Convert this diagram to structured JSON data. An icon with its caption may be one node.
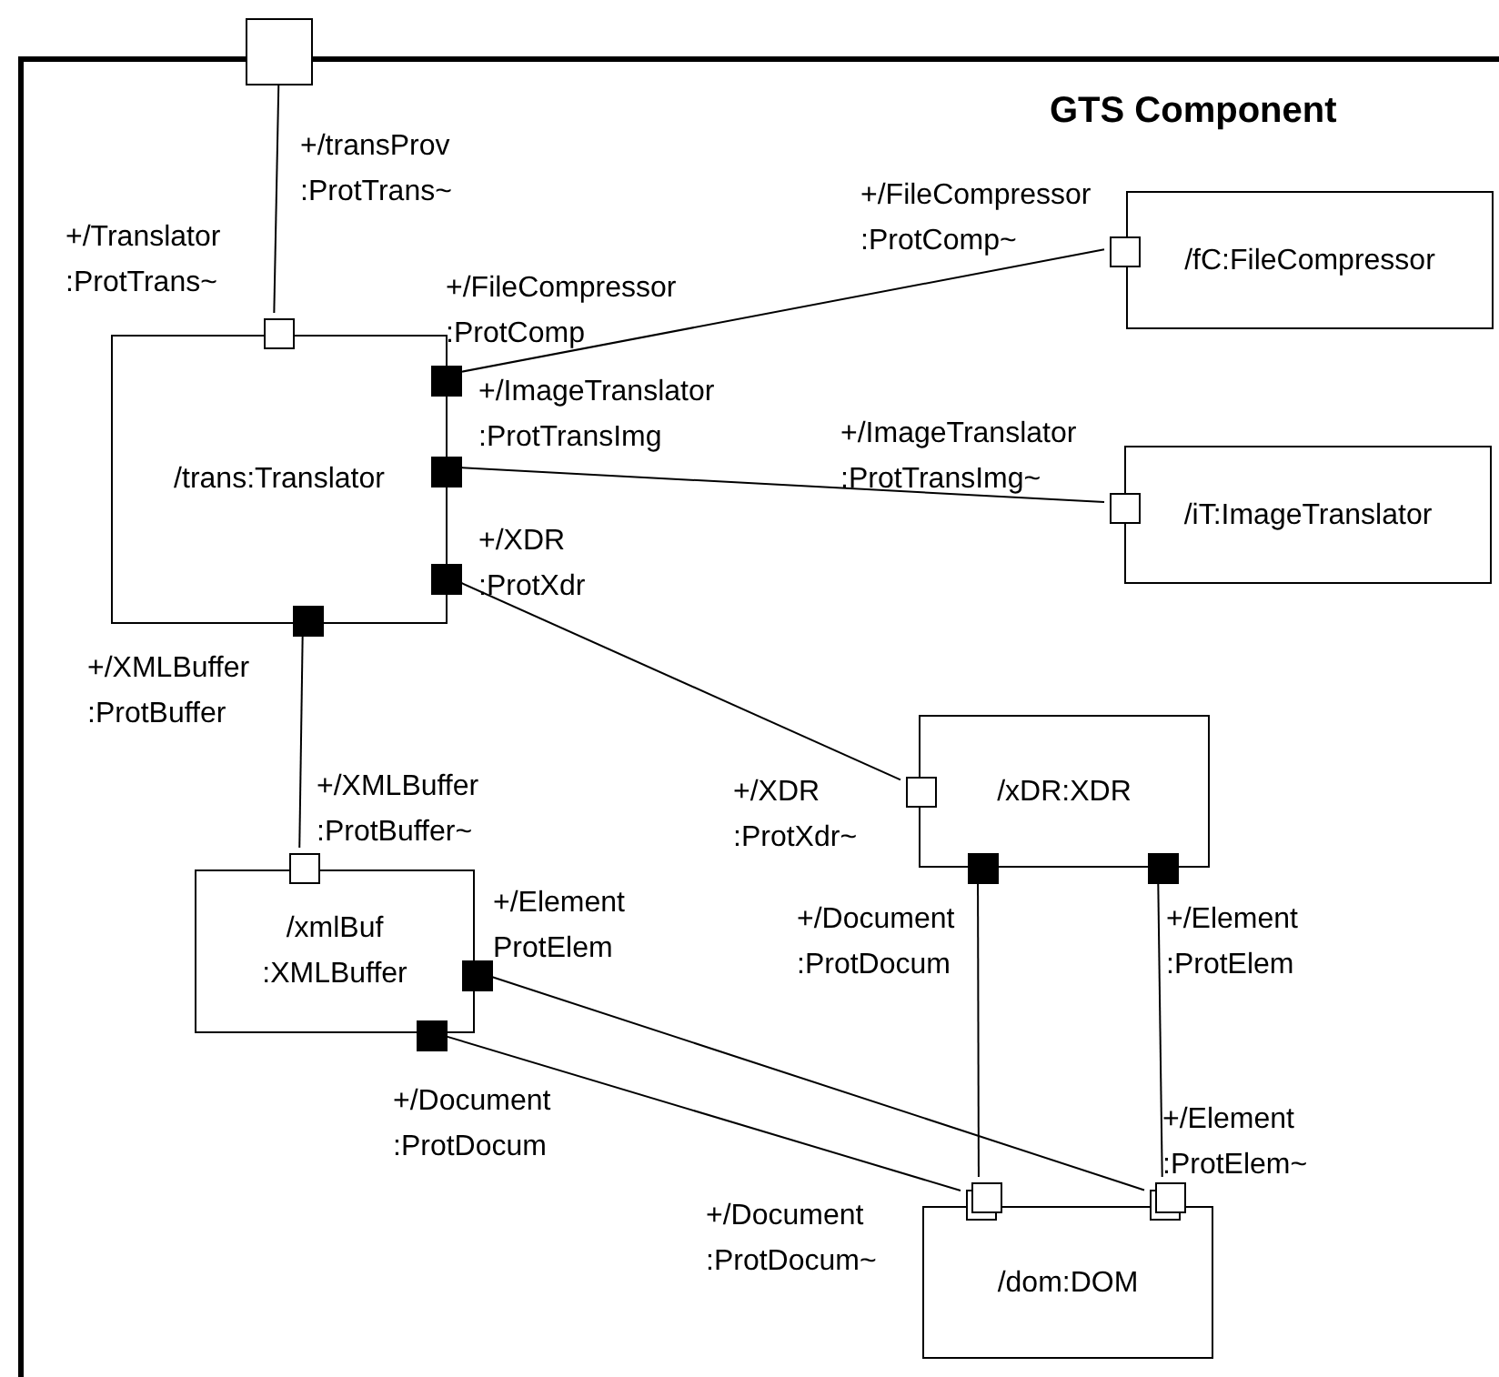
{
  "diagram": {
    "nodes": [
      {
        "text": [
          "GTS Component"
        ]
      },
      {
        "text": [],
        "shape": "box",
        "beside": [
          "+/transProv :ProtTrans~"
        ]
      },
      {
        "text": [
          "/trans:Translator"
        ],
        "in": 0
      },
      {
        "text": [],
        "shape": "box",
        "beside": [
          "+/Translator :ProtTrans~"
        ],
        "in": 0
      },
      {
        "text": [],
        "shape": "box",
        "beside": [
          "+/FileCompressor :ProtComp"
        ],
        "in": 0
      },
      {
        "text": [],
        "shape": "box",
        "beside": [
          "+/ImageTranslator :ProtTransImg"
        ],
        "in": 0
      },
      {
        "text": [],
        "shape": "box",
        "beside": [
          "+/XDR :ProtXdr"
        ],
        "in": 0
      },
      {
        "text": [],
        "shape": "box",
        "beside": [
          "+/XMLBuffer :ProtBuffer"
        ],
        "in": 0
      },
      {
        "text": [
          "/fC:FileCompressor"
        ],
        "in": 0
      },
      {
        "text": [],
        "shape": "box",
        "beside": [
          "+/FileCompressor :ProtComp~"
        ],
        "in": 0
      },
      {
        "text": [
          "/iT:ImageTranslator"
        ],
        "in": 0
      },
      {
        "text": [],
        "shape": "box",
        "beside": [
          "+/ImageTranslator :ProtTransImg~"
        ],
        "in": 0
      },
      {
        "text": [
          "/xDR:XDR"
        ],
        "in": 0
      },
      {
        "text": [],
        "shape": "box",
        "beside": [
          "+/XDR :ProtXdr~"
        ],
        "in": 0
      },
      {
        "text": [],
        "shape": "box",
        "beside": [
          "+/Document :ProtDocum"
        ],
        "in": 0
      },
      {
        "text": [],
        "shape": "box",
        "beside": [
          "+/Element :ProtElem"
        ],
        "in": 0
      },
      {
        "text": [
          "/xmlBuf :XMLBuffer"
        ],
        "in": 0
      },
      {
        "text": [],
        "shape": "box",
        "beside": [
          "+/XMLBuffer :ProtBuffer~"
        ],
        "in": 0
      },
      {
        "text": [],
        "shape": "box",
        "beside": [
          "+/Element ProtElem"
        ],
        "in": 0
      },
      {
        "text": [],
        "shape": "box",
        "beside": [
          "+/Document :ProtDocum"
        ],
        "in": 0
      },
      {
        "text": [
          "/dom:DOM"
        ],
        "in": 0
      },
      {
        "text": [],
        "shape": "box",
        "in": 0
      },
      {
        "text": [],
        "shape": "box",
        "beside": [
          "+/Element :ProtElem~"
        ],
        "in": 0
      }
    ],
    "labels": [
      "+/Document :ProtDocum~"
    ],
    "edges": [
      {
        "from": 1,
        "to": 3,
        "arrow": "none"
      },
      {
        "from": 4,
        "to": 9,
        "arrow": "none"
      },
      {
        "from": 5,
        "to": 11,
        "arrow": "none"
      },
      {
        "from": 6,
        "to": 13,
        "arrow": "none"
      },
      {
        "from": 7,
        "to": 17,
        "arrow": "none"
      },
      {
        "from": 14,
        "to": 21,
        "arrow": "none"
      },
      {
        "from": 15,
        "to": 22,
        "arrow": "none"
      },
      {
        "from": 18,
        "to": 22,
        "arrow": "none"
      },
      {
        "from": 19,
        "to": 21,
        "arrow": "none"
      }
    ]
  }
}
